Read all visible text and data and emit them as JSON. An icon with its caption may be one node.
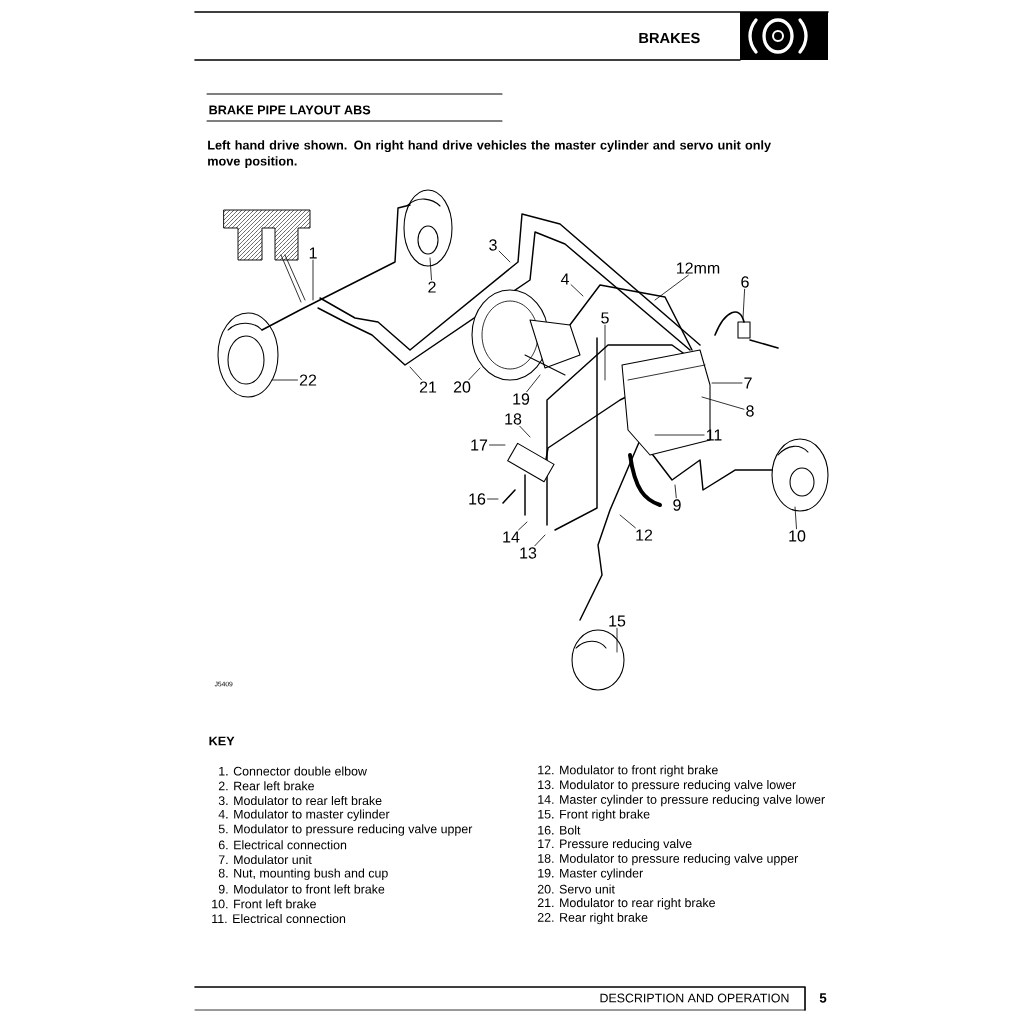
{
  "diagram": {
    "title": "BRAKE PIPE LAYOUT ABS",
    "nodes": [
      {
        "text": [
          "1"
        ]
      },
      {
        "text": [
          "2"
        ]
      },
      {
        "text": [
          "3"
        ]
      },
      {
        "text": [
          "4"
        ]
      },
      {
        "text": [
          "5"
        ]
      },
      {
        "text": [
          "6"
        ]
      },
      {
        "text": [
          "7"
        ]
      },
      {
        "text": [
          "8"
        ]
      },
      {
        "text": [
          "9"
        ]
      },
      {
        "text": [
          "10"
        ]
      },
      {
        "text": [
          "11"
        ]
      },
      {
        "text": [
          "12"
        ]
      },
      {
        "text": [
          "12mm"
        ]
      },
      {
        "text": [
          "13"
        ]
      },
      {
        "text": [
          "14"
        ]
      },
      {
        "text": [
          "15"
        ]
      },
      {
        "text": [
          "16"
        ]
      },
      {
        "text": [
          "17"
        ]
      },
      {
        "text": [
          "18"
        ]
      },
      {
        "text": [
          "19"
        ]
      },
      {
        "text": [
          "20"
        ]
      },
      {
        "text": [
          "21"
        ]
      },
      {
        "text": [
          "22"
        ]
      }
    ],
    "edges": [
      {
        "from": 0,
        "to": null,
        "arrow": "none"
      },
      {
        "from": 1,
        "to": null,
        "arrow": "none"
      },
      {
        "from": 2,
        "to": null,
        "arrow": "none"
      },
      {
        "from": 3,
        "to": null,
        "arrow": "none"
      },
      {
        "from": 4,
        "to": null,
        "arrow": "none"
      },
      {
        "from": 5,
        "to": null,
        "arrow": "none"
      },
      {
        "from": 6,
        "to": null,
        "arrow": "none"
      },
      {
        "from": 7,
        "to": null,
        "arrow": "none"
      },
      {
        "from": 8,
        "to": null,
        "arrow": "none"
      },
      {
        "from": 9,
        "to": null,
        "arrow": "none"
      },
      {
        "from": 10,
        "to": null,
        "arrow": "none"
      },
      {
        "from": 11,
        "to": null,
        "arrow": "none"
      },
      {
        "from": 12,
        "to": null,
        "arrow": "none"
      },
      {
        "from": 13,
        "to": null,
        "arrow": "none"
      },
      {
        "from": 14,
        "to": null,
        "arrow": "none"
      },
      {
        "from": 15,
        "to": null,
        "arrow": "none"
      },
      {
        "from": 16,
        "to": null,
        "arrow": "none"
      },
      {
        "from": 17,
        "to": null,
        "arrow": "none"
      },
      {
        "from": 18,
        "to": null,
        "arrow": "none"
      },
      {
        "from": 19,
        "to": null,
        "arrow": "none"
      },
      {
        "from": 20,
        "to": null,
        "arrow": "none"
      },
      {
        "from": 21,
        "to": null,
        "arrow": "none"
      },
      {
        "from": 22,
        "to": null,
        "arrow": "none"
      }
    ],
    "labels": [
      "BRAKES",
      "Left hand drive shown. On right hand drive vehicles the master cylinder and servo unit only move position.",
      "J5409",
      "KEY",
      "1. Connector double elbow",
      "2. Rear left brake",
      "3. Modulator to rear left brake",
      "4. Modulator to master cylinder",
      "5. Modulator to pressure reducing valve upper",
      "6. Electrical connection",
      "7. Modulator unit",
      "8. Nut, mounting bush and cup",
      "9. Modulator to front left brake",
      "10. Front left brake",
      "11. Electrical connection",
      "12. Modulator to front right brake",
      "13. Modulator to pressure reducing valve lower",
      "14. Master cylinder to pressure reducing valve lower",
      "15. Front right brake",
      "16. Bolt",
      "17. Pressure reducing valve",
      "18. Modulator to pressure reducing valve upper",
      "19. Master cylinder",
      "20. Servo unit",
      "21. Modulator to rear right brake",
      "22. Rear right brake",
      "DESCRIPTION AND OPERATION",
      "5"
    ]
  }
}
